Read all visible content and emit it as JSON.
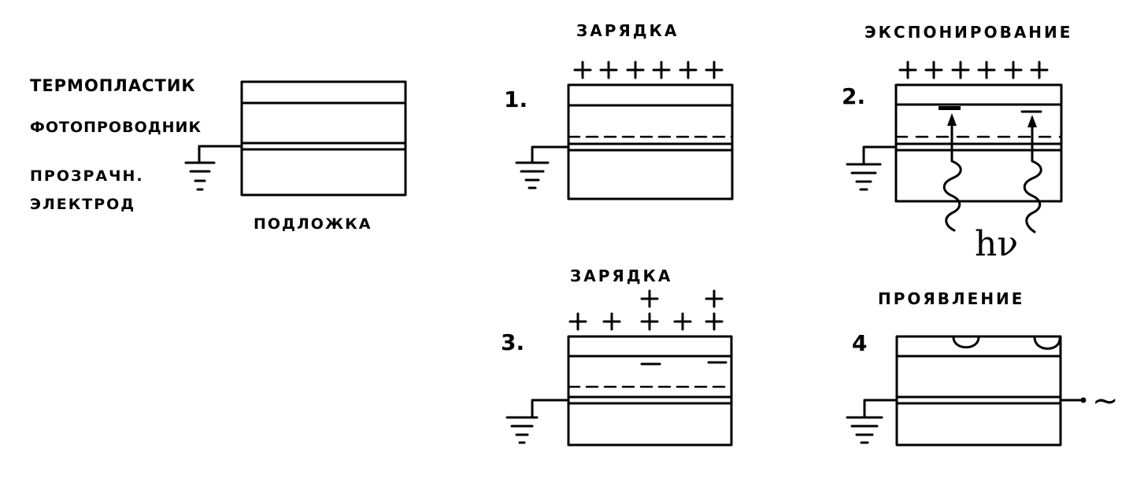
{
  "layer_labels": {
    "thermoplastic": "ТЕРМОПЛАСТИК",
    "photoconductor": "ФОТОПРОВОДНИК",
    "transparent_1": "ПРОЗРАЧН.",
    "transparent_2": "ЭЛЕКТРОД",
    "substrate": "ПОДЛОЖКА"
  },
  "steps": [
    {
      "number": "1.",
      "title": "ЗАРЯДКА"
    },
    {
      "number": "2.",
      "title": "ЭКСПОНИРОВАНИЕ"
    },
    {
      "number": "3.",
      "title": "ЗАРЯДКА"
    },
    {
      "number": "4",
      "title": "ПРОЯВЛЕНИЕ"
    }
  ],
  "symbols": {
    "photon": "hν",
    "ac_source": "~"
  }
}
